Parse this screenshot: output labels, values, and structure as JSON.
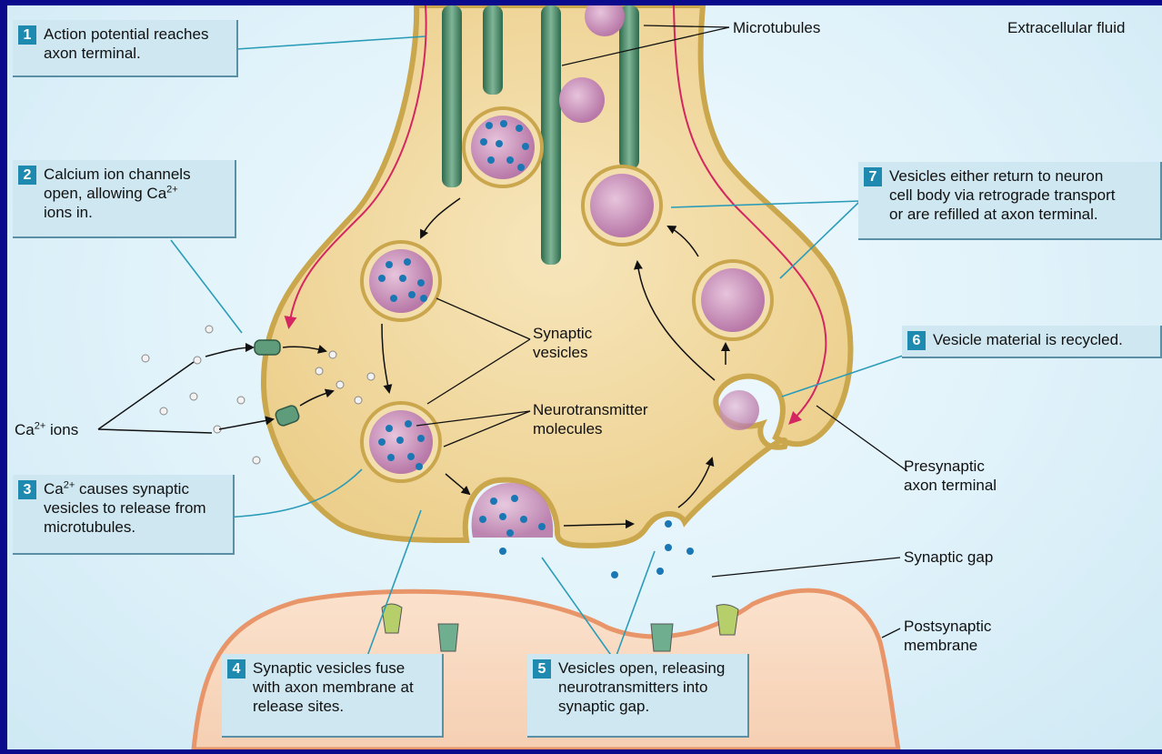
{
  "steps": [
    {
      "num": "1",
      "line1": "Action potential reaches",
      "line2": "axon terminal."
    },
    {
      "num": "2",
      "line1": "Calcium ion channels",
      "line2a": "open, allowing Ca",
      "line2sup": "2+",
      "line3": "ions in."
    },
    {
      "num": "3",
      "line1a": "Ca",
      "line1sup": "2+",
      "line1b": " causes synaptic",
      "line2": "vesicles to release from",
      "line3": "microtubules."
    },
    {
      "num": "4",
      "line1": "Synaptic vesicles fuse",
      "line2": "with axon membrane at",
      "line3": "release sites."
    },
    {
      "num": "5",
      "line1": "Vesicles open, releasing",
      "line2": "neurotransmitters into",
      "line3": "synaptic gap."
    },
    {
      "num": "6",
      "line1": "Vesicle material is recycled."
    },
    {
      "num": "7",
      "line1": "Vesicles either return to neuron",
      "line2": "cell body via retrograde transport",
      "line3": "or are refilled at axon terminal."
    }
  ],
  "labels": {
    "microtubules": "Microtubules",
    "extracellular": "Extracellular fluid",
    "synaptic_vesicles_1": "Synaptic",
    "synaptic_vesicles_2": "vesicles",
    "neurotransmitter_1": "Neurotransmitter",
    "neurotransmitter_2": "molecules",
    "ca_ions_a": "Ca",
    "ca_ions_sup": "2+",
    "ca_ions_b": " ions",
    "presynaptic_1": "Presynaptic",
    "presynaptic_2": "axon terminal",
    "synaptic_gap": "Synaptic gap",
    "postsynaptic_1": "Postsynaptic",
    "postsynaptic_2": "membrane"
  },
  "colors": {
    "frame": "#0a0a8c",
    "cytoplasm": "#f1d9a0",
    "membrane": "#caa64c",
    "vesicle": "#c98fbf",
    "neurotransmitter": "#1a77b3",
    "microtubule": "#3f7a5c",
    "callout_bg": "#cfe7f1",
    "callout_num": "#1f8ab0",
    "postsynaptic": "#e8956a"
  }
}
